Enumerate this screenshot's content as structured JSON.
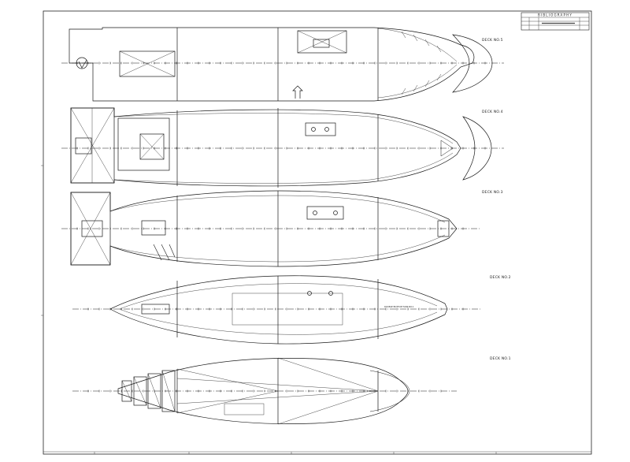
{
  "title_block": {
    "header": "BIBLIOGRAPHY",
    "row1_col1": "",
    "row1_col2": "",
    "row1_col3": "",
    "row2_col1": "",
    "row2_col2": ""
  },
  "decks": [
    {
      "id": "deck-5",
      "label": "DECK NO.5"
    },
    {
      "id": "deck-4",
      "label": "DECK NO.4"
    },
    {
      "id": "deck-3",
      "label": "DECK NO.3"
    },
    {
      "id": "deck-2",
      "label": "DECK NO.2"
    },
    {
      "id": "deck-1",
      "label": "DECK NO.1"
    }
  ],
  "annotations": {
    "deck2_note": "DOUBLE BOTTOM TANK NO.1"
  },
  "colors": {
    "line": "#1a1a1a",
    "paper": "#ffffff",
    "hatch": "#555555"
  }
}
